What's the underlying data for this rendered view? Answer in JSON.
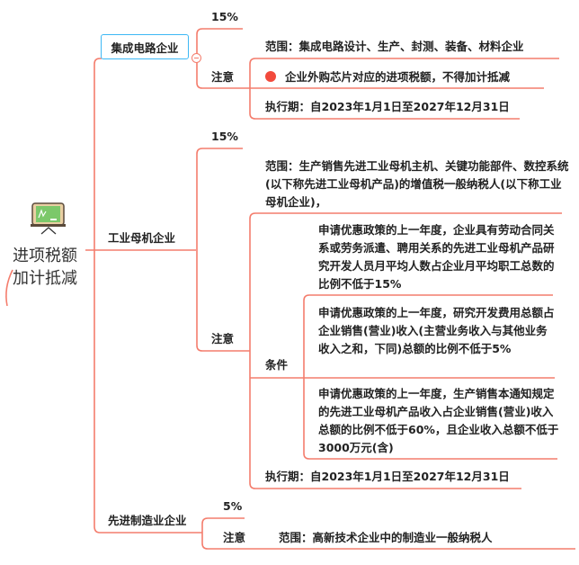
{
  "central": {
    "line1": "进项税额",
    "line2": "加计抵减",
    "icon": "blackboard-icon"
  },
  "branches": [
    {
      "label": "集成电路企业",
      "rate": "15%",
      "note_label": "注意",
      "notes": [
        {
          "text": "范围：集成电路设计、生产、封测、装备、材料企业"
        },
        {
          "text": "企业外购芯片对应的进项税额，不得加计抵减",
          "marker": "red-dot"
        },
        {
          "text": "执行期：自2023年1月1日至2027年12月31日"
        }
      ]
    },
    {
      "label": "工业母机企业",
      "rate": "15%",
      "note_label": "注意",
      "scope": "范围：生产销售先进工业母机主机、关键功能部件、数控系统(以下称先进工业母机产品)的增值税一般纳税人(以下称工业母机企业)，",
      "condition_label": "条件",
      "conditions": [
        "申请优惠政策的上一年度，企业具有劳动合同关系或劳务派遣、聘用关系的先进工业母机产品研究开发人员月平均人数占企业月平均职工总数的比例不低于15%",
        "申请优惠政策的上一年度，研究开发费用总额占企业销售(营业)收入(主营业务收入与其他业务收入之和，下同)总额的比例不低于5%",
        "申请优惠政策的上一年度，生产销售本通知规定的先进工业母机产品收入占企业销售(营业)收入总额的比例不低于60%，且企业收入总额不低于3000万元(含)"
      ],
      "period": "执行期：自2023年1月1日至2027年12月31日"
    },
    {
      "label": "先进制造业企业",
      "rate": "5%",
      "note_label": "注意",
      "scope": "范围：高新技术企业中的制造业一般纳税人"
    }
  ],
  "colors": {
    "line": "#f47d6d",
    "selected": "#3db8f5",
    "marker": "#f24a3c"
  }
}
